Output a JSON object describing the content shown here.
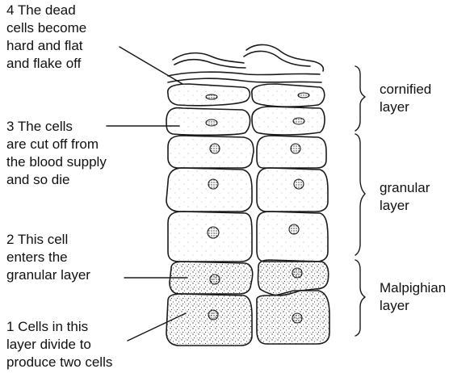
{
  "annotations": [
    {
      "id": "dead-cells",
      "lines": [
        "4  The dead",
        "cells become",
        "hard and flat",
        "and flake off"
      ]
    },
    {
      "id": "cut-off",
      "lines": [
        "3  The cells",
        "are cut off from",
        "the blood supply",
        "and so die"
      ]
    },
    {
      "id": "enters-granular",
      "lines": [
        "2  This cell",
        "enters the",
        "granular layer"
      ]
    },
    {
      "id": "cells-divide",
      "lines": [
        "1  Cells in this",
        "layer divide to",
        "produce two cells"
      ]
    }
  ],
  "layers": [
    {
      "id": "cornified",
      "lines": [
        "cornified",
        "layer"
      ]
    },
    {
      "id": "granular",
      "lines": [
        "granular",
        "layer"
      ]
    },
    {
      "id": "malpighian",
      "lines": [
        "Malpighian",
        "layer"
      ]
    }
  ]
}
